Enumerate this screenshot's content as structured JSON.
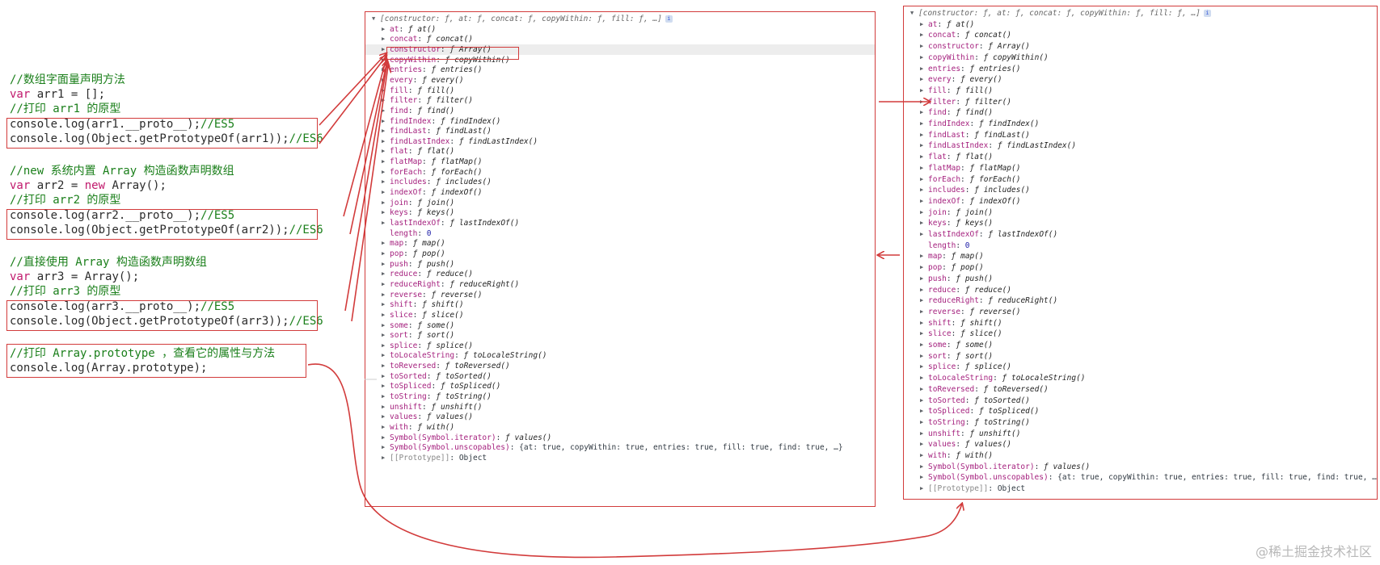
{
  "code": {
    "lines": [
      {
        "id": "comment-literal",
        "parts": [
          {
            "t": "//数组字面量声明方法",
            "c": "c-comment"
          }
        ]
      },
      {
        "id": "decl-arr1",
        "parts": [
          {
            "t": "var",
            "c": "c-kw"
          },
          {
            "t": " arr1 = [];",
            "c": "c-plain"
          }
        ]
      },
      {
        "id": "comment-print-arr1",
        "parts": [
          {
            "t": "//打印 arr1 的原型",
            "c": "c-comment"
          }
        ]
      },
      {
        "id": "log-arr1-proto",
        "parts": [
          {
            "t": "console.log(arr1.__proto__);",
            "c": "c-plain"
          },
          {
            "t": "//ES5",
            "c": "c-comment"
          }
        ]
      },
      {
        "id": "log-arr1-getproto",
        "parts": [
          {
            "t": "console.log(Object.getPrototypeOf(arr1));",
            "c": "c-plain"
          },
          {
            "t": "//ES6",
            "c": "c-comment"
          }
        ]
      },
      {
        "id": "comment-new-array",
        "parts": [
          {
            "t": "//new 系统内置 Array 构造函数声明数组",
            "c": "c-comment"
          }
        ]
      },
      {
        "id": "decl-arr2",
        "parts": [
          {
            "t": "var",
            "c": "c-kw"
          },
          {
            "t": " arr2 = ",
            "c": "c-plain"
          },
          {
            "t": "new",
            "c": "c-kw"
          },
          {
            "t": " Array();",
            "c": "c-plain"
          }
        ]
      },
      {
        "id": "comment-print-arr2",
        "parts": [
          {
            "t": "//打印 arr2 的原型",
            "c": "c-comment"
          }
        ]
      },
      {
        "id": "log-arr2-proto",
        "parts": [
          {
            "t": "console.log(arr2.__proto__);",
            "c": "c-plain"
          },
          {
            "t": "//ES5",
            "c": "c-comment"
          }
        ]
      },
      {
        "id": "log-arr2-getproto",
        "parts": [
          {
            "t": "console.log(Object.getPrototypeOf(arr2));",
            "c": "c-plain"
          },
          {
            "t": "//ES6",
            "c": "c-comment"
          }
        ]
      },
      {
        "id": "comment-direct-array",
        "parts": [
          {
            "t": "//直接使用 Array 构造函数声明数组",
            "c": "c-comment"
          }
        ]
      },
      {
        "id": "decl-arr3",
        "parts": [
          {
            "t": "var",
            "c": "c-kw"
          },
          {
            "t": " arr3 = Array();",
            "c": "c-plain"
          }
        ]
      },
      {
        "id": "comment-print-arr3",
        "parts": [
          {
            "t": "//打印 arr3 的原型",
            "c": "c-comment"
          }
        ]
      },
      {
        "id": "log-arr3-proto",
        "parts": [
          {
            "t": "console.log(arr3.__proto__);",
            "c": "c-plain"
          },
          {
            "t": "//ES5",
            "c": "c-comment"
          }
        ]
      },
      {
        "id": "log-arr3-getproto",
        "parts": [
          {
            "t": "console.log(Object.getPrototypeOf(arr3));",
            "c": "c-plain"
          },
          {
            "t": "//ES6",
            "c": "c-comment"
          }
        ]
      },
      {
        "id": "comment-print-prototype",
        "parts": [
          {
            "t": "//打印 Array.prototype ，查看它的属性与方法",
            "c": "c-comment"
          }
        ]
      },
      {
        "id": "log-array-prototype",
        "parts": [
          {
            "t": "console.log(Array.prototype);",
            "c": "c-plain"
          }
        ]
      }
    ]
  },
  "console": {
    "header": "[constructor: ƒ, at: ƒ, concat: ƒ, copyWithin: ƒ, fill: ƒ, …]",
    "info_icon": "i",
    "left_entries": [
      {
        "k": "at",
        "v": "at()"
      },
      {
        "k": "concat",
        "v": "concat()"
      },
      {
        "k": "constructor",
        "v": "Array()"
      },
      {
        "k": "copyWithin",
        "v": "copyWithin()"
      },
      {
        "k": "entries",
        "v": "entries()"
      },
      {
        "k": "every",
        "v": "every()"
      },
      {
        "k": "fill",
        "v": "fill()"
      },
      {
        "k": "filter",
        "v": "filter()"
      },
      {
        "k": "find",
        "v": "find()"
      },
      {
        "k": "findIndex",
        "v": "findIndex()"
      },
      {
        "k": "findLast",
        "v": "findLast()"
      },
      {
        "k": "findLastIndex",
        "v": "findLastIndex()"
      },
      {
        "k": "flat",
        "v": "flat()"
      },
      {
        "k": "flatMap",
        "v": "flatMap()"
      },
      {
        "k": "forEach",
        "v": "forEach()"
      },
      {
        "k": "includes",
        "v": "includes()"
      },
      {
        "k": "indexOf",
        "v": "indexOf()"
      },
      {
        "k": "join",
        "v": "join()"
      },
      {
        "k": "keys",
        "v": "keys()"
      },
      {
        "k": "lastIndexOf",
        "v": "lastIndexOf()"
      },
      {
        "k": "length",
        "v": "0",
        "plain": true
      },
      {
        "k": "map",
        "v": "map()"
      },
      {
        "k": "pop",
        "v": "pop()"
      },
      {
        "k": "push",
        "v": "push()"
      },
      {
        "k": "reduce",
        "v": "reduce()"
      },
      {
        "k": "reduceRight",
        "v": "reduceRight()"
      },
      {
        "k": "reverse",
        "v": "reverse()"
      },
      {
        "k": "shift",
        "v": "shift()"
      },
      {
        "k": "slice",
        "v": "slice()"
      },
      {
        "k": "some",
        "v": "some()"
      },
      {
        "k": "sort",
        "v": "sort()"
      },
      {
        "k": "splice",
        "v": "splice()"
      },
      {
        "k": "toLocaleString",
        "v": "toLocaleString()"
      },
      {
        "k": "toReversed",
        "v": "toReversed()"
      },
      {
        "k": "toSorted",
        "v": "toSorted()"
      },
      {
        "k": "toSpliced",
        "v": "toSpliced()"
      },
      {
        "k": "toString",
        "v": "toString()"
      },
      {
        "k": "unshift",
        "v": "unshift()"
      },
      {
        "k": "values",
        "v": "values()"
      },
      {
        "k": "with",
        "v": "with()"
      },
      {
        "k": "Symbol(Symbol.iterator)",
        "v": "values()"
      },
      {
        "k": "Symbol(Symbol.unscopables)",
        "v": "{at: true, copyWithin: true, entries: true, fill: true, find: true, …}",
        "obj": true
      },
      {
        "k": "[[Prototype]]",
        "v": "Object",
        "plain": true,
        "proto": true
      }
    ],
    "right_entries": [
      {
        "k": "at",
        "v": "at()"
      },
      {
        "k": "concat",
        "v": "concat()"
      },
      {
        "k": "constructor",
        "v": "Array()"
      },
      {
        "k": "copyWithin",
        "v": "copyWithin()"
      },
      {
        "k": "entries",
        "v": "entries()"
      },
      {
        "k": "every",
        "v": "every()"
      },
      {
        "k": "fill",
        "v": "fill()"
      },
      {
        "k": "filter",
        "v": "filter()"
      },
      {
        "k": "find",
        "v": "find()"
      },
      {
        "k": "findIndex",
        "v": "findIndex()"
      },
      {
        "k": "findLast",
        "v": "findLast()"
      },
      {
        "k": "findLastIndex",
        "v": "findLastIndex()"
      },
      {
        "k": "flat",
        "v": "flat()"
      },
      {
        "k": "flatMap",
        "v": "flatMap()"
      },
      {
        "k": "forEach",
        "v": "forEach()"
      },
      {
        "k": "includes",
        "v": "includes()"
      },
      {
        "k": "indexOf",
        "v": "indexOf()"
      },
      {
        "k": "join",
        "v": "join()"
      },
      {
        "k": "keys",
        "v": "keys()"
      },
      {
        "k": "lastIndexOf",
        "v": "lastIndexOf()"
      },
      {
        "k": "length",
        "v": "0",
        "plain": true
      },
      {
        "k": "map",
        "v": "map()"
      },
      {
        "k": "pop",
        "v": "pop()"
      },
      {
        "k": "push",
        "v": "push()"
      },
      {
        "k": "reduce",
        "v": "reduce()"
      },
      {
        "k": "reduceRight",
        "v": "reduceRight()"
      },
      {
        "k": "reverse",
        "v": "reverse()"
      },
      {
        "k": "shift",
        "v": "shift()"
      },
      {
        "k": "slice",
        "v": "slice()"
      },
      {
        "k": "some",
        "v": "some()"
      },
      {
        "k": "sort",
        "v": "sort()"
      },
      {
        "k": "splice",
        "v": "splice()"
      },
      {
        "k": "toLocaleString",
        "v": "toLocaleString()"
      },
      {
        "k": "toReversed",
        "v": "toReversed()"
      },
      {
        "k": "toSorted",
        "v": "toSorted()"
      },
      {
        "k": "toSpliced",
        "v": "toSpliced()"
      },
      {
        "k": "toString",
        "v": "toString()"
      },
      {
        "k": "unshift",
        "v": "unshift()"
      },
      {
        "k": "values",
        "v": "values()"
      },
      {
        "k": "with",
        "v": "with()"
      },
      {
        "k": "Symbol(Symbol.iterator)",
        "v": "values()"
      },
      {
        "k": "Symbol(Symbol.unscopables)",
        "v": "{at: true, copyWithin: true, entries: true, fill: true, find: true, …}",
        "obj": true
      },
      {
        "k": "[[Prototype]]",
        "v": "Object",
        "plain": true,
        "proto": true
      }
    ],
    "func_prefix": "ƒ",
    "highlighted_key": "constructor"
  },
  "watermark": "@稀土掘金技术社区",
  "colors": {
    "annotation": "#d23b3b",
    "comment": "#1a7f1a",
    "keyword": "#c0186c",
    "property": "#a5217e"
  }
}
